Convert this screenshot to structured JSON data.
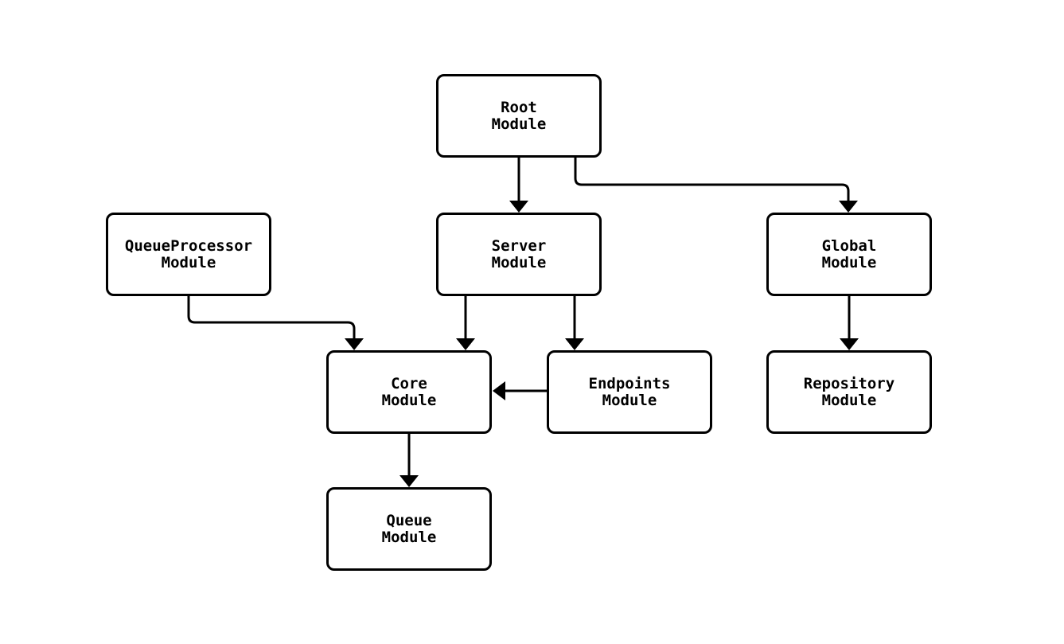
{
  "diagram": {
    "title": "module-dependency-graph",
    "colors": {
      "node_fill": "#ffffff",
      "node_border": "#000000",
      "edge_stroke": "#000000",
      "text": "#000000",
      "background": "#ffffff"
    },
    "nodes": [
      {
        "id": "root",
        "line1": "Root",
        "line2": "Module"
      },
      {
        "id": "queueProcessor",
        "line1": "QueueProcessor",
        "line2": "Module"
      },
      {
        "id": "server",
        "line1": "Server",
        "line2": "Module"
      },
      {
        "id": "global",
        "line1": "Global",
        "line2": "Module"
      },
      {
        "id": "core",
        "line1": "Core",
        "line2": "Module"
      },
      {
        "id": "endpoints",
        "line1": "Endpoints",
        "line2": "Module"
      },
      {
        "id": "repository",
        "line1": "Repository",
        "line2": "Module"
      },
      {
        "id": "queue",
        "line1": "Queue",
        "line2": "Module"
      }
    ],
    "edges": [
      {
        "from": "root",
        "to": "server"
      },
      {
        "from": "root",
        "to": "global"
      },
      {
        "from": "queueProcessor",
        "to": "core"
      },
      {
        "from": "server",
        "to": "core"
      },
      {
        "from": "server",
        "to": "endpoints"
      },
      {
        "from": "endpoints",
        "to": "core"
      },
      {
        "from": "global",
        "to": "repository"
      },
      {
        "from": "core",
        "to": "queue"
      }
    ]
  }
}
